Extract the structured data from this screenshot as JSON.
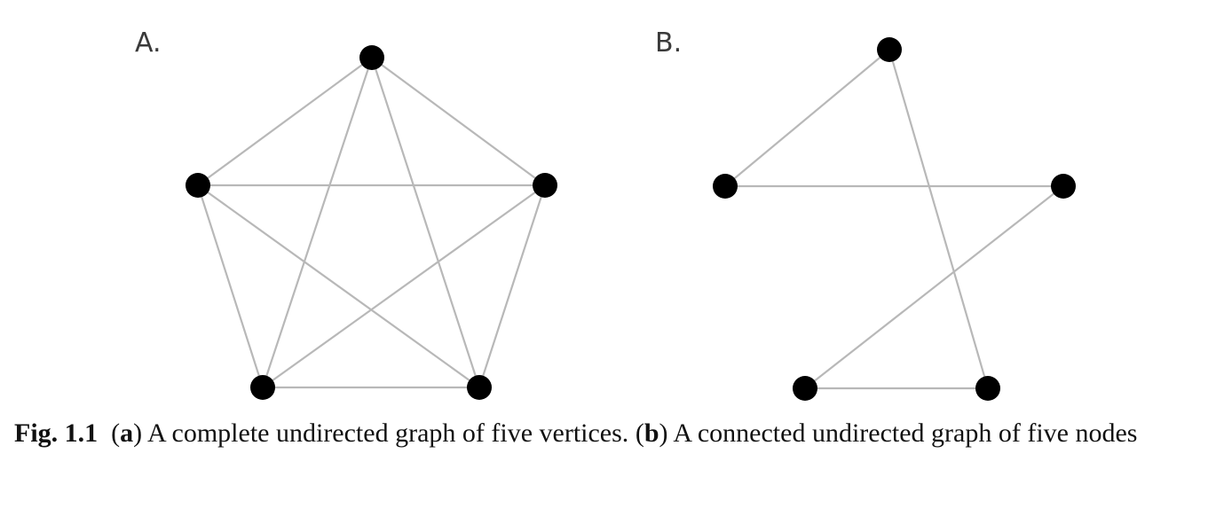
{
  "panels": [
    {
      "label": "A.",
      "nodes": [
        "n1",
        "n2",
        "n3",
        "n4",
        "n5"
      ],
      "edges": [
        [
          "n1",
          "n2"
        ],
        [
          "n1",
          "n3"
        ],
        [
          "n1",
          "n4"
        ],
        [
          "n1",
          "n5"
        ],
        [
          "n2",
          "n3"
        ],
        [
          "n2",
          "n4"
        ],
        [
          "n2",
          "n5"
        ],
        [
          "n3",
          "n4"
        ],
        [
          "n3",
          "n5"
        ],
        [
          "n4",
          "n5"
        ]
      ]
    },
    {
      "label": "B.",
      "nodes": [
        "n1",
        "n2",
        "n3",
        "n4",
        "n5"
      ],
      "edges": [
        [
          "n1",
          "n2"
        ],
        [
          "n2",
          "n3"
        ],
        [
          "n3",
          "n4"
        ],
        [
          "n4",
          "n5"
        ],
        [
          "n5",
          "n1"
        ]
      ]
    }
  ],
  "caption": {
    "fig_label": "Fig. 1.1",
    "a_letter": "a",
    "a_text": " A complete undirected graph of five vertices. ",
    "b_letter": "b",
    "b_text": " A connected undirected graph of five nodes"
  }
}
